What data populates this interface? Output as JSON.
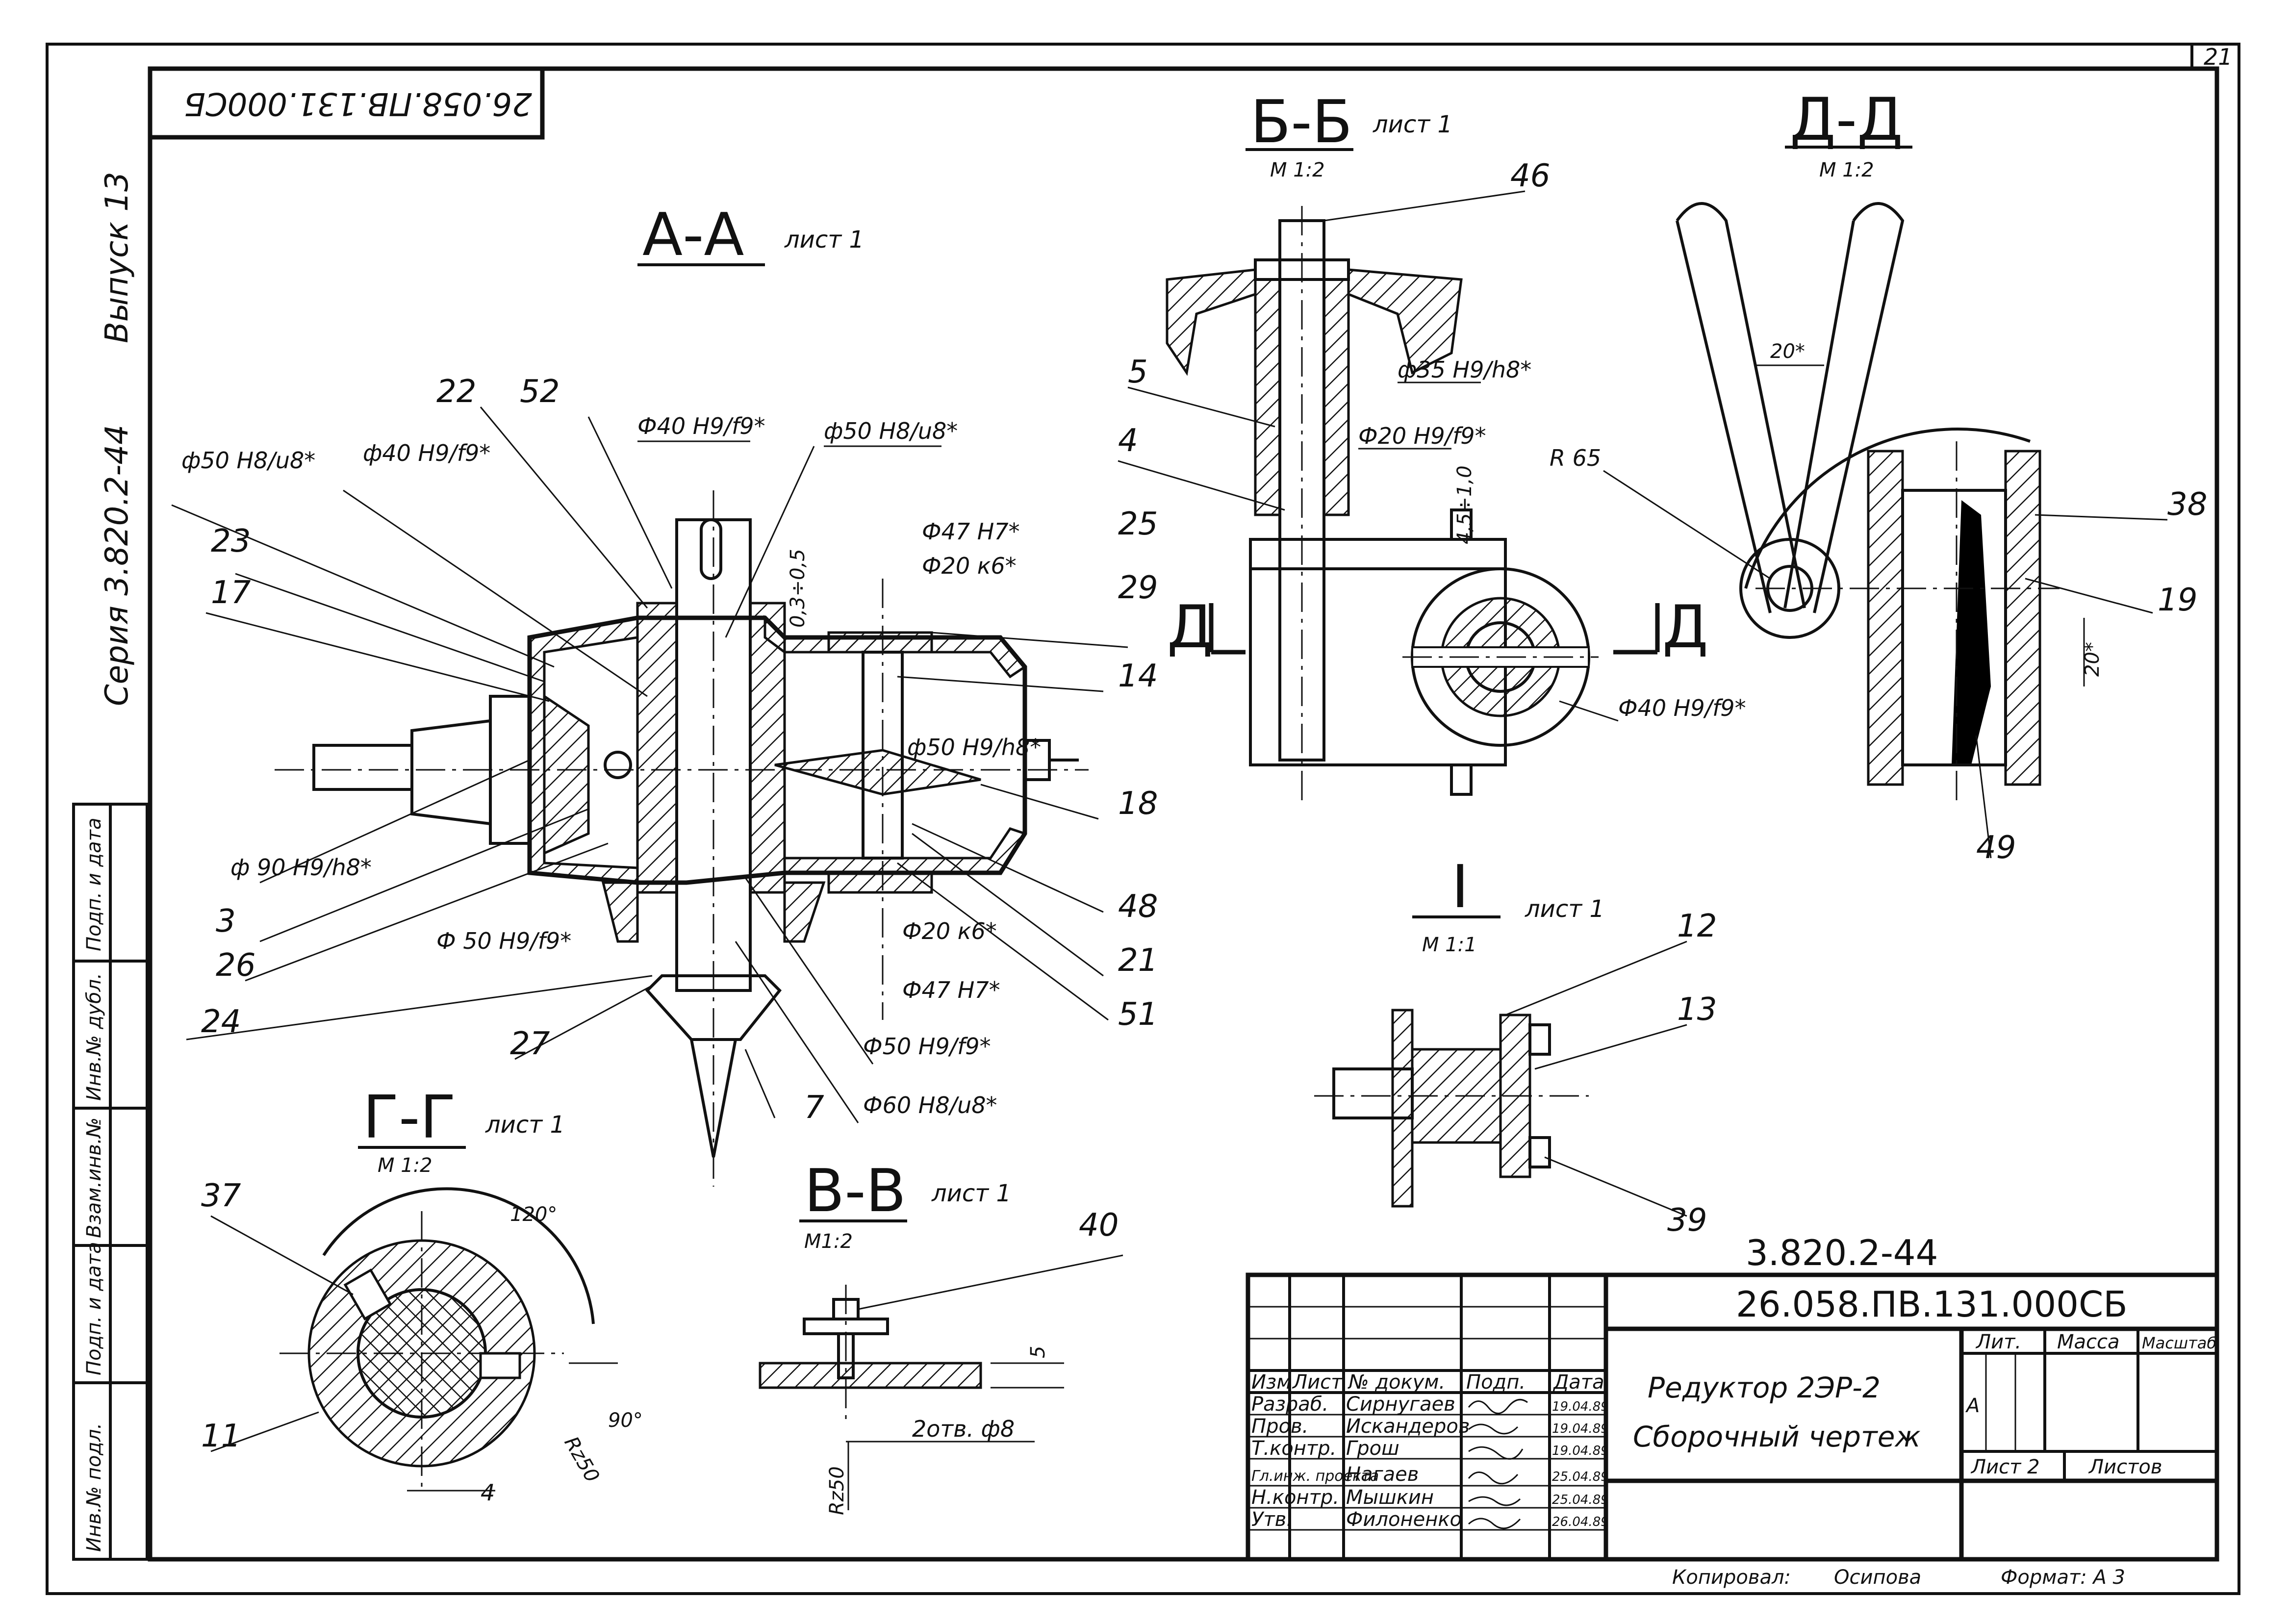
{
  "corner_page": "21",
  "stamp_code": "26.058.ПВ.131.000СБ",
  "side_series": "Серия 3.820.2-44",
  "side_issue": "Выпуск 13",
  "side_columns": [
    "Инв.№ подл.",
    "Подп. и дата",
    "Взам.инв.№",
    "Инв.№ дубл.",
    "Подп. и дата"
  ],
  "views": {
    "aa": {
      "name": "А-А",
      "sheet": "лист 1"
    },
    "bb": {
      "name": "Б-Б",
      "sheet": "лист 1",
      "scale": "М 1:2"
    },
    "dd": {
      "name": "Д-Д",
      "scale": "М 1:2"
    },
    "gg": {
      "name": "Г-Г",
      "sheet": "лист 1",
      "scale": "М 1:2"
    },
    "vv": {
      "name": "В-В",
      "sheet": "лист 1",
      "scale": "М1:2"
    },
    "i": {
      "name": "I",
      "sheet": "лист 1",
      "scale": "М 1:1"
    }
  },
  "section_marks": {
    "d_left": "Д",
    "d_right": "Д"
  },
  "fits_aa": {
    "f1": "ф50 H8/u8*",
    "f2": "ф40 H9/f9*",
    "f3": "Ф40 H9/f9*",
    "f4": "ф50 H8/u8*",
    "f5": "Ф47 H7*",
    "f6": "Ф20 к6*",
    "f7": "ф50 H9/h8*",
    "f8": "ф 90 H9/h8*",
    "f9": "Ф 50 H9/f9*",
    "f10": "Ф20 к6*",
    "f11": "Ф47 H7*",
    "f12": "Ф50 H9/f9*",
    "f13": "Ф60 H8/u8*",
    "gap": "0,3÷0,5"
  },
  "fits_bb": {
    "f1": "ф35 H9/h8*",
    "f2": "Ф20 H9/f9*",
    "f3": "Ф40 H9/f9*",
    "gap": "4,5÷1,0"
  },
  "dims_dd": {
    "width": "20*",
    "height": "20*",
    "radius": "R 65"
  },
  "dims_gg": {
    "angle1": "120°",
    "angle2": "90°",
    "dim": "4",
    "rough": "Rz50"
  },
  "dims_vv": {
    "thk": "5",
    "holes": "2отв. ф8",
    "rough": "Rz50"
  },
  "parts": [
    "22",
    "52",
    "23",
    "17",
    "3",
    "26",
    "24",
    "27",
    "7",
    "25",
    "29",
    "14",
    "18",
    "48",
    "21",
    "51",
    "46",
    "5",
    "4",
    "38",
    "19",
    "49",
    "12",
    "13",
    "39",
    "37",
    "11",
    "40"
  ],
  "designation_handwritten": "3.820.2-44",
  "title_block": {
    "code": "26.058.ПВ.131.000СБ",
    "name_line1": "Редуктор 2ЭР-2",
    "name_line2": "Сборочный чертеж",
    "col_headers": [
      "Изм",
      "Лист",
      "№ докум.",
      "Подп.",
      "Дата"
    ],
    "roles": [
      "Разраб.",
      "Пров.",
      "Т.контр.",
      "Гл.инж. проекта",
      "Н.контр.",
      "Утв."
    ],
    "names": [
      "Сирнугаев",
      "Искандеров",
      "Грош",
      "Нагаев",
      "Мышкин",
      "Филоненко"
    ],
    "dates": [
      "19.04.89",
      "19.04.89",
      "19.04.89",
      "25.04.89",
      "25.04.89",
      "26.04.89"
    ],
    "lit_label": "Лит.",
    "lit_value": "А",
    "mass_label": "Масса",
    "scale_label": "Масштаб",
    "sheet_label": "Лист 2",
    "sheets_label": "Листов",
    "copied_label": "Копировал:",
    "copied_name": "Осипова",
    "format_label": "Формат: А 3"
  }
}
